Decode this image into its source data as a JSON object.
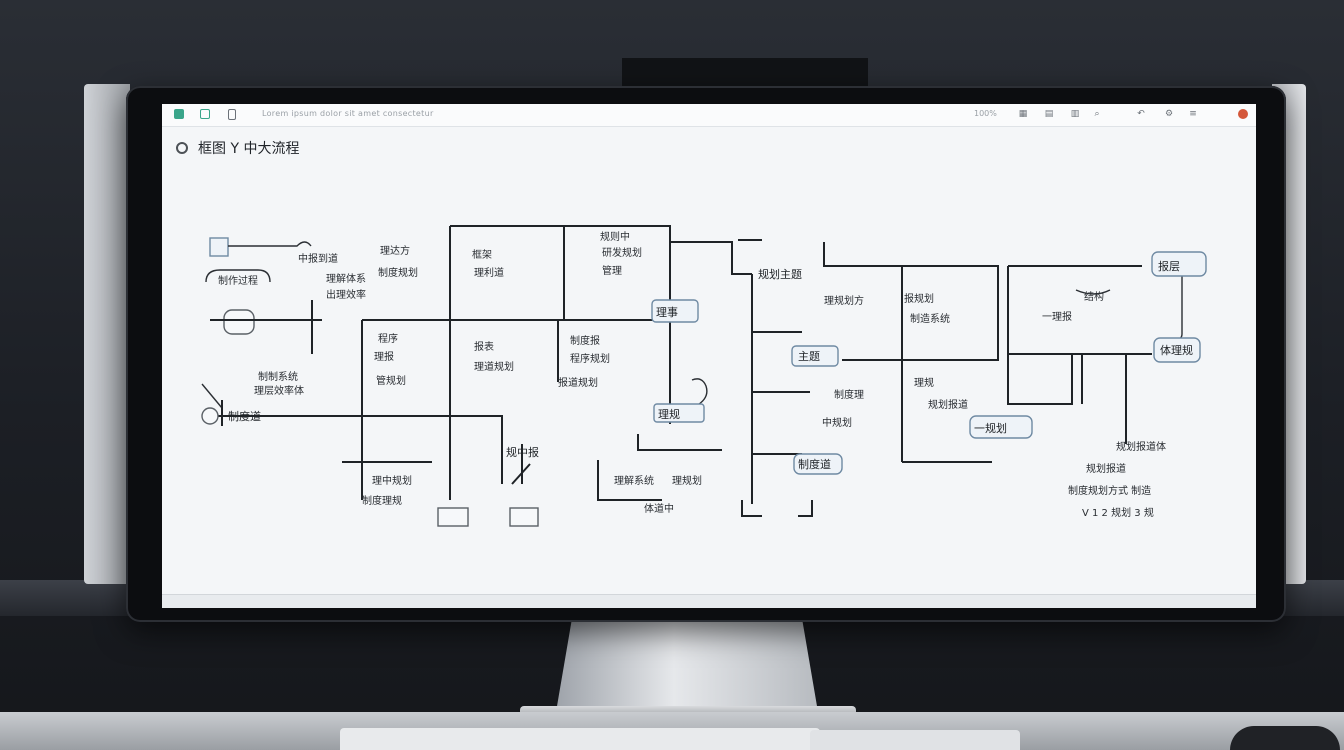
{
  "window": {
    "toolbar_title": "Lorem ipsum dolor sit amet consectetur",
    "zoom_label": "100%",
    "doc_title": "框图 Y 中大流程"
  },
  "colors": {
    "accent_green": "#3aa58a",
    "close_red": "#d4573a",
    "line": "#1f2327",
    "screen_bg": "#f4f6f8"
  },
  "toolbar_icons": [
    "app-icon",
    "save-icon",
    "document-icon",
    "grid-icon",
    "layers-icon",
    "format-icon",
    "zoom-icon",
    "undo-icon",
    "settings-icon",
    "menu-icon",
    "close-icon"
  ],
  "diagram": {
    "labels": {
      "n1": "制作过程",
      "n2": "中报到道",
      "n3": "理解体系",
      "n4": "出理效率",
      "n5": "理达方",
      "n6": "制度规划",
      "n7": "制制系统",
      "n8": "理层效率体",
      "n9": "制度道",
      "n10": "程序",
      "n11": "理报",
      "n12": "管规划",
      "n13": "框架",
      "n14": "理利道",
      "n15": "规则中",
      "n16": "研发规划",
      "n17": "管理",
      "n18": "报表",
      "n19": "理道规划",
      "n20": "制度报",
      "n21": "程序规划",
      "n22": "报道规划",
      "n23": "理中规划",
      "n24": "制度理规",
      "n25": "理事",
      "n26": "理规",
      "n27": "规中报",
      "n28": "理解系统",
      "n29": "体道中",
      "n30": "理规划",
      "n31": "制度道",
      "n32": "规划主题",
      "n33": "主题",
      "n34": "一规划",
      "n35": "报层",
      "n36": "体理规",
      "n37": "理规划方",
      "n38": "报规划",
      "n39": "制造系统",
      "n40": "制度理",
      "n41": "中规划",
      "n42": "理规",
      "n43": "规划报道",
      "n44": "一理报",
      "n45": "结构",
      "n46": "规划报道体",
      "n47": "规划报道",
      "n48": "制度规划方式 制造",
      "n49": "V 1 2 规划 3 规"
    }
  }
}
